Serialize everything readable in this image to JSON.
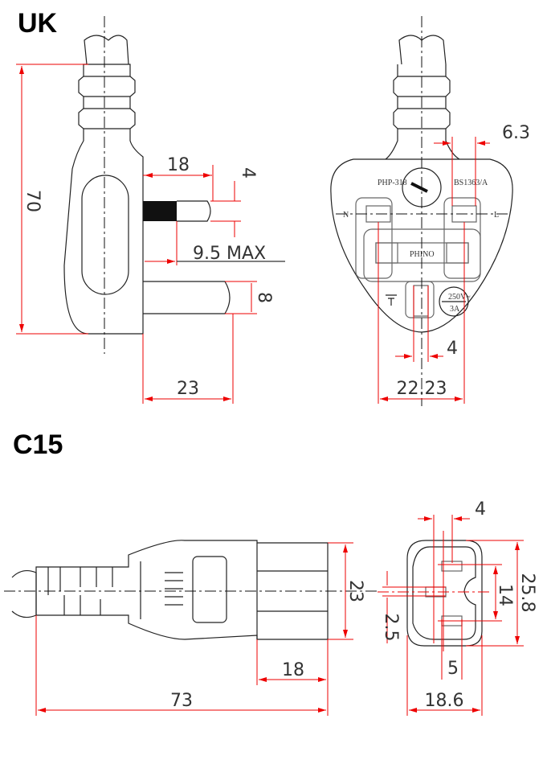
{
  "sections": {
    "uk": {
      "title": "UK",
      "dims": {
        "height": "70",
        "pin_length": "18",
        "pin_width": "4",
        "insulation": "9.5 MAX",
        "earth_pin": "8",
        "earth_length": "23",
        "pin_thickness": "6.3",
        "pin_offset": "4",
        "pin_spacing": "22.23"
      },
      "markings": {
        "model": "PHP-318",
        "standard": "BS1363/A",
        "brand": "PHINO",
        "neutral": "N",
        "live": "L",
        "fuse": "3A",
        "rating": "250V~"
      }
    },
    "c15": {
      "title": "C15",
      "dims": {
        "height": "23",
        "face_length": "18",
        "total_length": "73",
        "pin_offset": "4",
        "face_height": "25.8",
        "pin_spacing": "14",
        "earth_offset": "2.5",
        "pin_width": "5",
        "face_width": "18.6"
      }
    }
  }
}
